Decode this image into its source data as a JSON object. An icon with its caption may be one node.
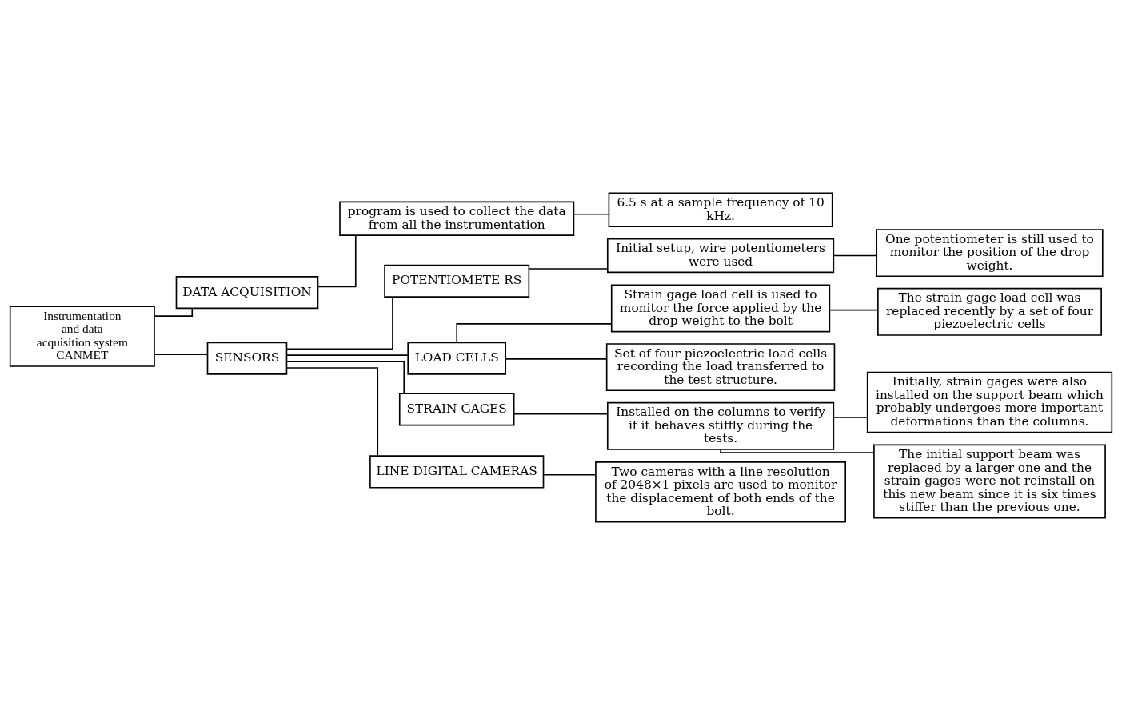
{
  "diagram": {
    "nodes": [
      {
        "text": [
          "Instrumentation and data acquisition system CANMET"
        ]
      },
      {
        "text": [
          "DATA ACQUISITION"
        ]
      },
      {
        "text": [
          "program is used to collect the data from all the instrumentation"
        ]
      },
      {
        "text": [
          "6.5 s at a sample frequency of 10 kHz."
        ]
      },
      {
        "text": [
          "SENSORS"
        ]
      },
      {
        "text": [
          "POTENTIOMETE RS"
        ]
      },
      {
        "text": [
          "Initial setup, wire potentiometers were used"
        ]
      },
      {
        "text": [
          "One potentiometer is still used to monitor the position of the drop weight."
        ]
      },
      {
        "text": [
          "LOAD CELLS"
        ]
      },
      {
        "text": [
          "Strain gage load cell is used to monitor the force applied by the drop weight to the bolt"
        ]
      },
      {
        "text": [
          "The strain gage load cell was replaced recently by a set of four piezoelectric cells"
        ]
      },
      {
        "text": [
          "Set of four piezoelectric load cells recording the load transferred to the test structure."
        ]
      },
      {
        "text": [
          "STRAIN GAGES"
        ]
      },
      {
        "text": [
          "Installed on the columns to verify if it behaves stiffly during the tests."
        ]
      },
      {
        "text": [
          "Initially, strain gages were also installed on the support beam which probably undergoes more important deformations than the columns."
        ]
      },
      {
        "text": [
          "The initial support beam was replaced by a larger one and the strain gages were not reinstall on this new beam since it is six times stiffer than the previous one."
        ]
      },
      {
        "text": [
          "LINE DIGITAL CAMERAS"
        ]
      },
      {
        "text": [
          "Two cameras with a line resolution of 2048×1 pixels are used to monitor the displacement of both ends of the bolt."
        ]
      }
    ],
    "edges": [
      {
        "from": 0,
        "to": 1,
        "arrow": "none"
      },
      {
        "from": 0,
        "to": 4,
        "arrow": "none"
      },
      {
        "from": 1,
        "to": 2,
        "arrow": "none"
      },
      {
        "from": 2,
        "to": 3,
        "arrow": "none"
      },
      {
        "from": 4,
        "to": 5,
        "arrow": "none"
      },
      {
        "from": 4,
        "to": 8,
        "arrow": "none"
      },
      {
        "from": 4,
        "to": 12,
        "arrow": "none"
      },
      {
        "from": 4,
        "to": 16,
        "arrow": "none"
      },
      {
        "from": 5,
        "to": 6,
        "arrow": "none"
      },
      {
        "from": 6,
        "to": 7,
        "arrow": "none"
      },
      {
        "from": 8,
        "to": 9,
        "arrow": "none"
      },
      {
        "from": 8,
        "to": 11,
        "arrow": "none"
      },
      {
        "from": 9,
        "to": 10,
        "arrow": "none"
      },
      {
        "from": 12,
        "to": 13,
        "arrow": "none"
      },
      {
        "from": 13,
        "to": 14,
        "arrow": "none"
      },
      {
        "from": 13,
        "to": 15,
        "arrow": "none"
      },
      {
        "from": 16,
        "to": 17,
        "arrow": "none"
      }
    ]
  }
}
